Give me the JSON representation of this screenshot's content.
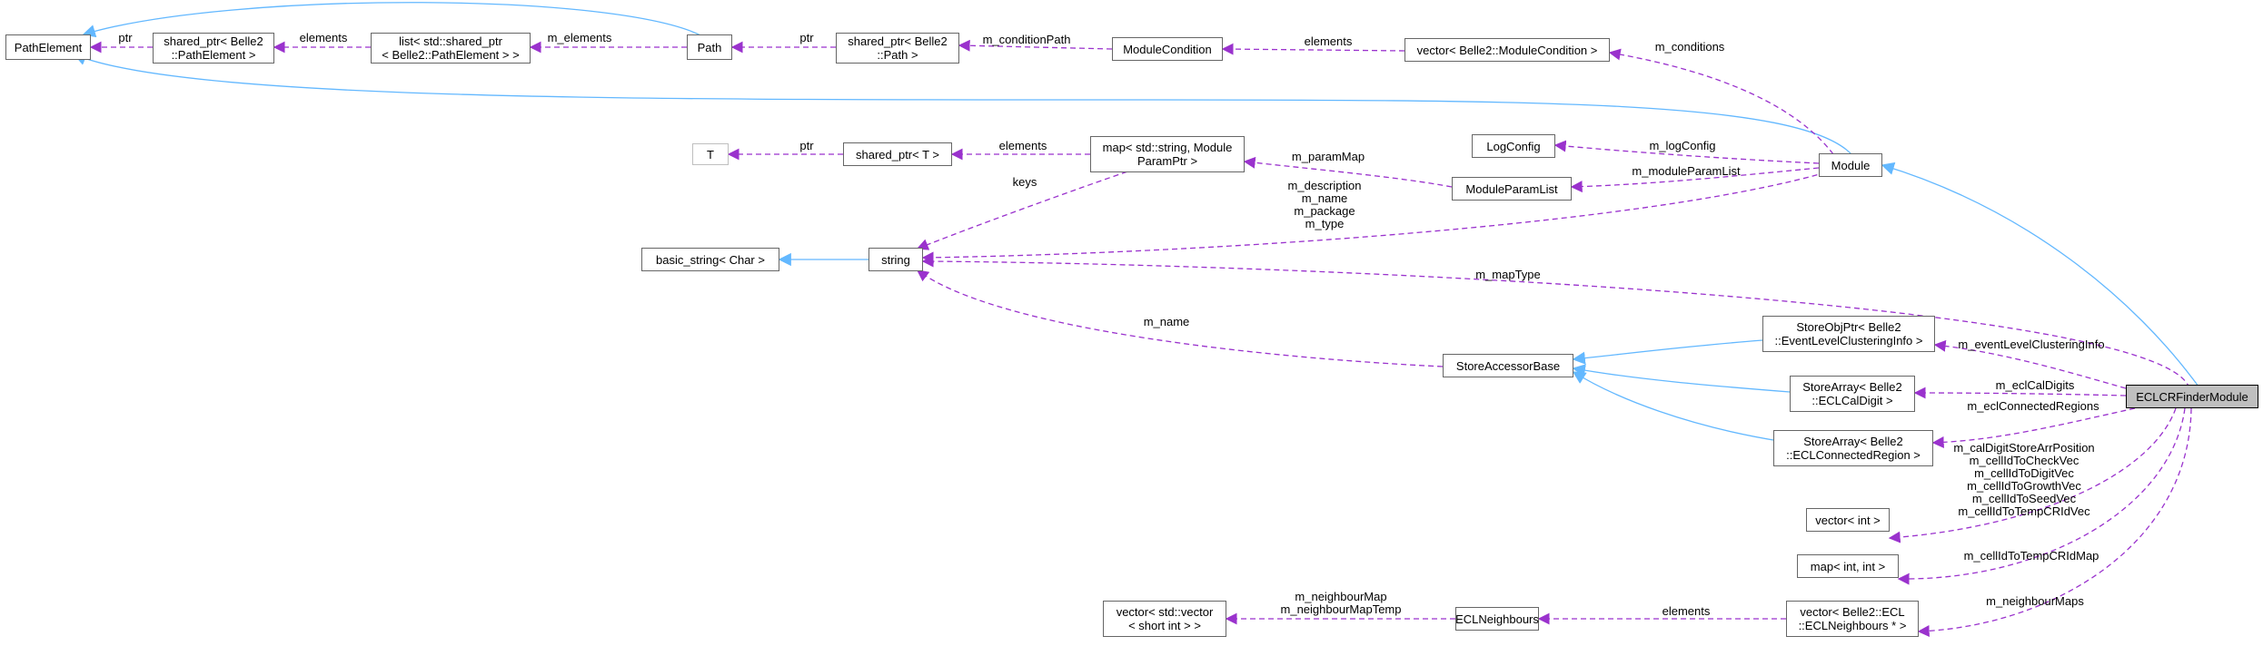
{
  "nodes": {
    "path_element": "PathElement",
    "shared_ptr_path_element": [
      "shared_ptr< Belle2",
      "::PathElement >"
    ],
    "list_shared_ptr": [
      "list< std::shared_ptr",
      "< Belle2::PathElement > >"
    ],
    "path": "Path",
    "shared_ptr_path": [
      "shared_ptr< Belle2",
      "::Path >"
    ],
    "module_condition": "ModuleCondition",
    "vector_module_condition": "vector< Belle2::ModuleCondition >",
    "t": "T",
    "shared_ptr_t": "shared_ptr< T >",
    "map_string_module_param": [
      "map< std::string, Module",
      "ParamPtr >"
    ],
    "log_config": "LogConfig",
    "module_param_list": "ModuleParamList",
    "module": "Module",
    "basic_string": "basic_string< Char >",
    "string": "string",
    "store_accessor_base": "StoreAccessorBase",
    "store_obj_ptr": [
      "StoreObjPtr< Belle2",
      "::EventLevelClusteringInfo >"
    ],
    "store_array_cal_digit": [
      "StoreArray< Belle2",
      "::ECLCalDigit >"
    ],
    "store_array_connected_region": [
      "StoreArray< Belle2",
      "::ECLConnectedRegion >"
    ],
    "ecl_crfinder_module": "ECLCRFinderModule",
    "vector_int": "vector< int >",
    "map_int_int": "map< int, int >",
    "vector_std_vector": [
      "vector< std::vector",
      "< short int > >"
    ],
    "ecl_neighbours": "ECLNeighbours",
    "vector_ecl_neighbours": [
      "vector< Belle2::ECL",
      "::ECLNeighbours * >"
    ]
  },
  "edge_labels": {
    "ptr_path_element": "ptr",
    "elements_path_element": "elements",
    "m_elements": "m_elements",
    "ptr_path": "ptr",
    "m_condition_path": "m_conditionPath",
    "elements_module_condition": "elements",
    "m_conditions": "m_conditions",
    "ptr_t": "ptr",
    "elements_shared_ptr_t": "elements",
    "keys": "keys",
    "m_param_map": "m_paramMap",
    "m_log_config": "m_logConfig",
    "m_module_param_list": "m_moduleParamList",
    "module_string_members": [
      "m_description",
      "m_name",
      "m_package",
      "m_type"
    ],
    "m_map_type": "m_mapType",
    "m_name": "m_name",
    "m_event_level_clustering_info": "m_eventLevelClusteringInfo",
    "m_ecl_cal_digits": "m_eclCalDigits",
    "m_ecl_connected_regions": "m_eclConnectedRegions",
    "vector_int_members": [
      "m_calDigitStoreArrPosition",
      "m_cellIdToCheckVec",
      "m_cellIdToDigitVec",
      "m_cellIdToGrowthVec",
      "m_cellIdToSeedVec",
      "m_cellIdToTempCRIdVec"
    ],
    "m_cell_id_to_temp_crid_map": "m_cellIdToTempCRIdMap",
    "m_neighbour_maps": "m_neighbourMaps",
    "neighbour_map_members": [
      "m_neighbourMap",
      "m_neighbourMapTemp"
    ],
    "elements_ecl_neighbours": "elements"
  },
  "colors": {
    "inheritance": "#63b8ff",
    "usage": "#9a32cd",
    "node_border": "#666666",
    "focus_fill": "#bfbfbf"
  }
}
